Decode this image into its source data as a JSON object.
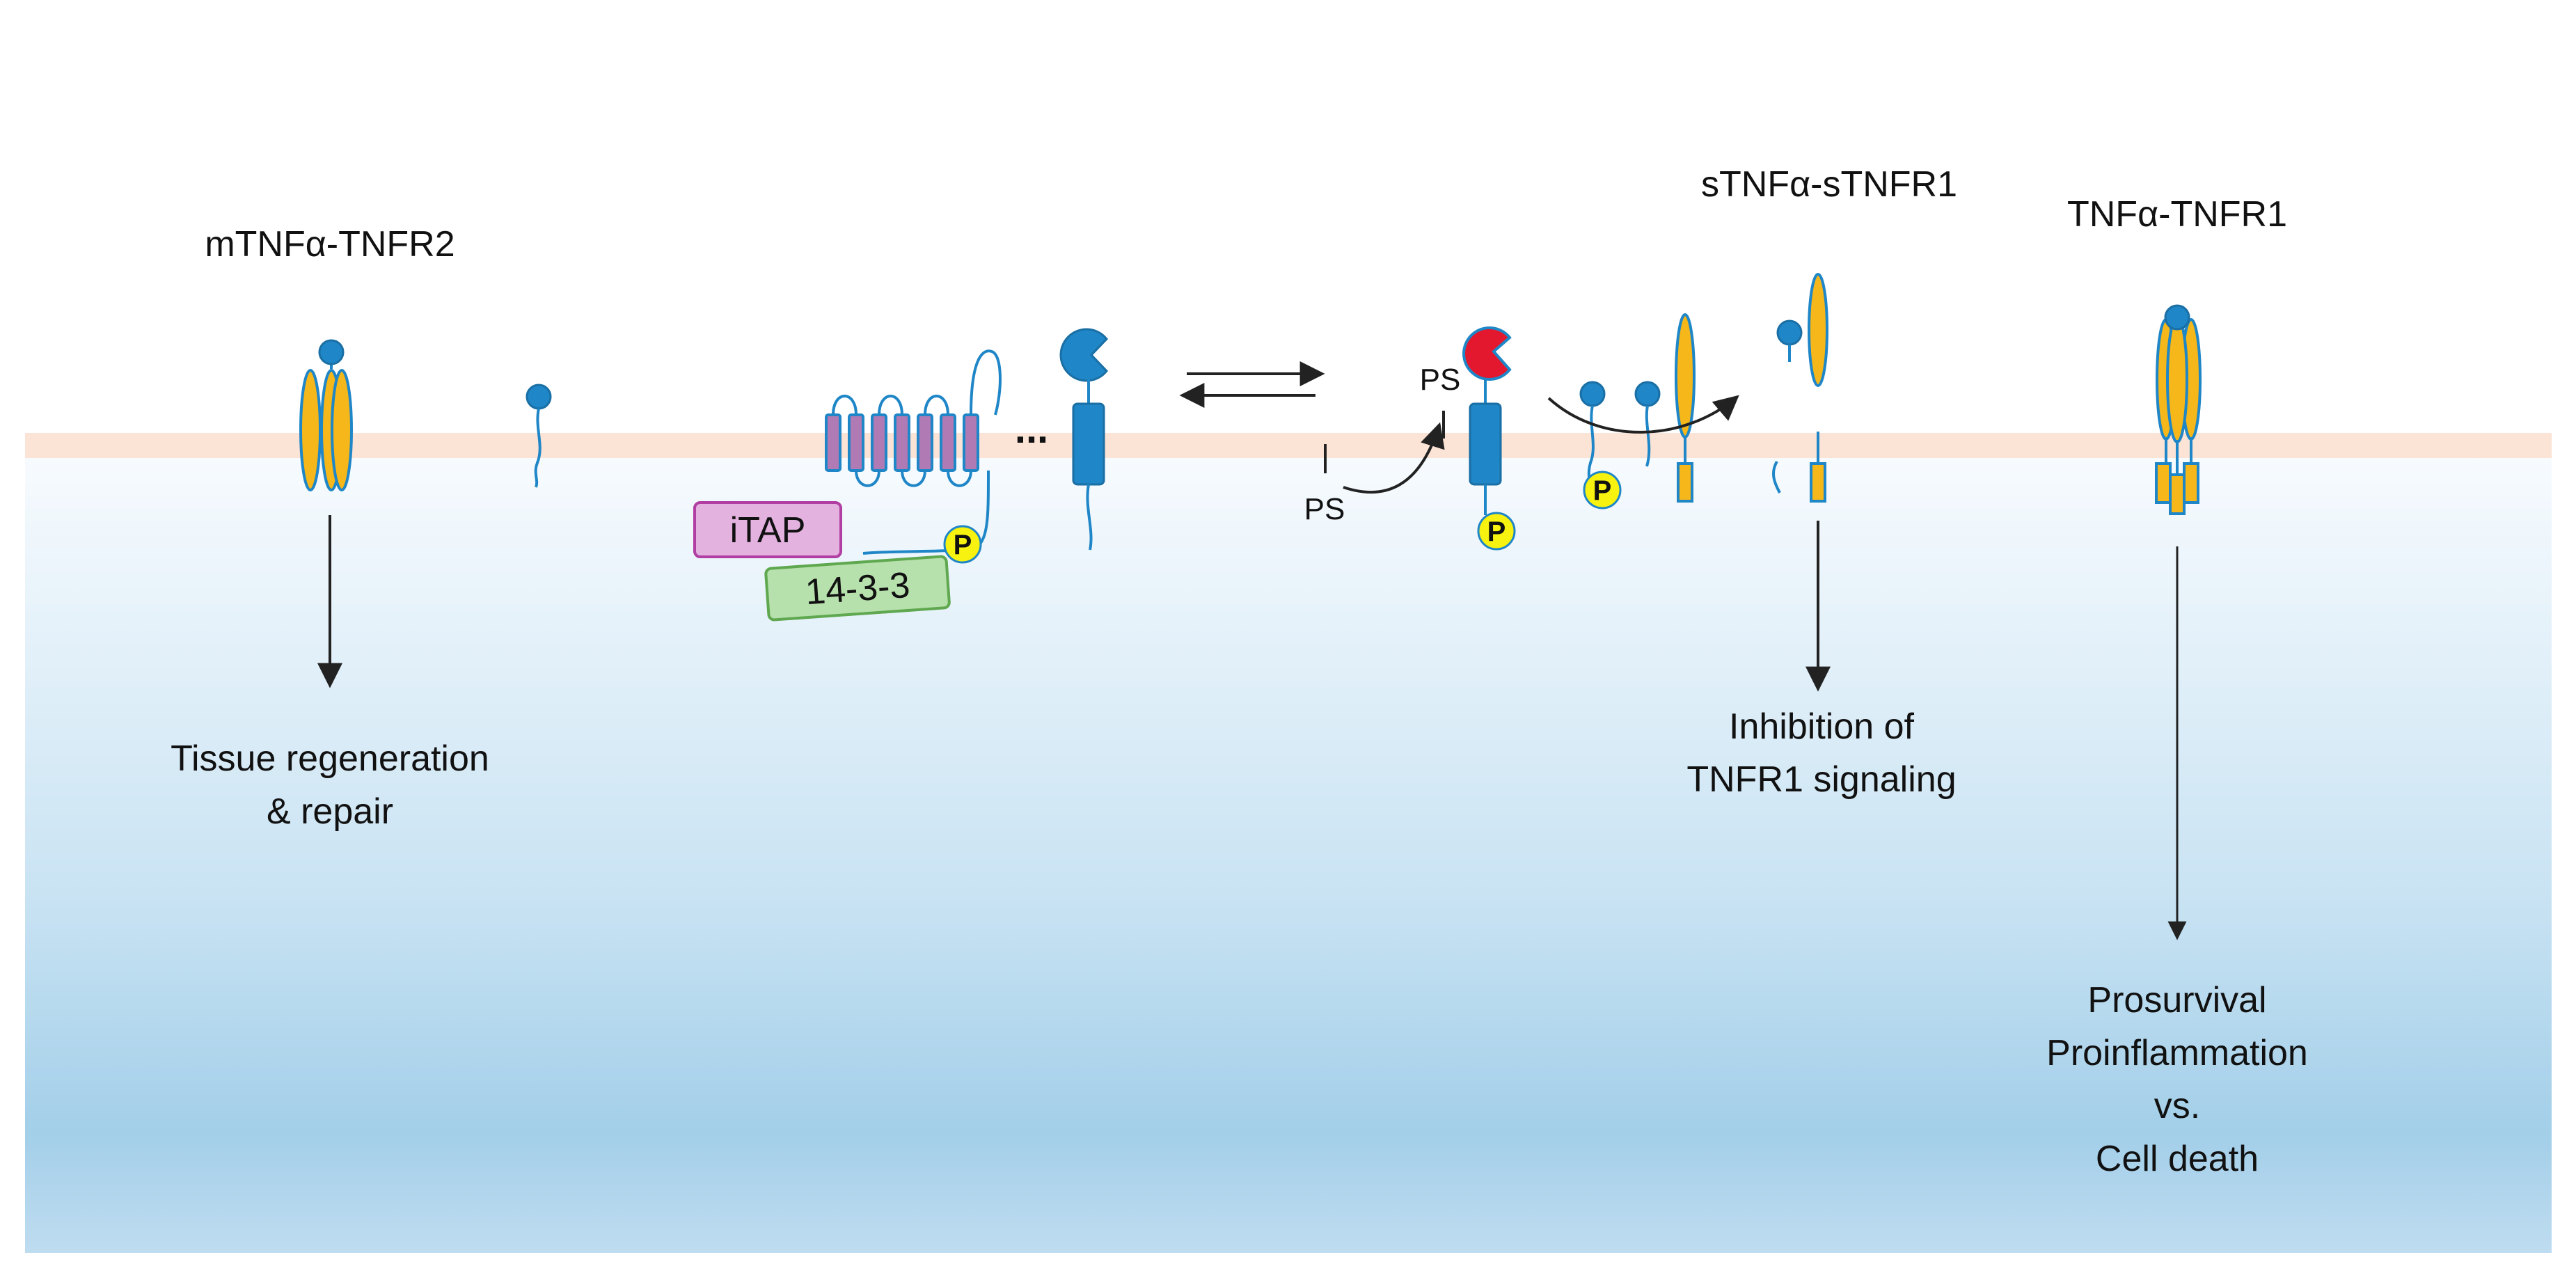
{
  "labels": {
    "mtnf_tnfr2": "mTNFα-TNFR2",
    "stnf_stnfr1": "sTNFα-sTNFR1",
    "tnf_tnfr1": "TNFα-TNFR1",
    "itap": "iTAP",
    "protein_1433": "14-3-3",
    "ps_top": "PS",
    "ps_bottom": "PS",
    "ellipsis": "...",
    "phospho": "P"
  },
  "outcomes": {
    "tnfr2_line1": "Tissue regeneration",
    "tnfr2_line2": "& repair",
    "stnfr1_line1": "Inhibition of",
    "stnfr1_line2": "TNFR1 signaling",
    "tnfr1_line1": "Prosurvival",
    "tnfr1_line2": "Proinflammation",
    "tnfr1_line3": "vs.",
    "tnfr1_line4": "Cell death"
  },
  "colors": {
    "membrane": "#fbe3d6",
    "cytoplasm_top": "#f4f9fd",
    "cytoplasm_bottom": "#9dcbe8",
    "blue": "#1f86c7",
    "yellow": "#f5b71a",
    "purple": "#b07ab4",
    "itap_fill": "#e3b2df",
    "itap_stroke": "#b13fa3",
    "box1433_fill": "#b6e0ac",
    "box1433_stroke": "#5fa84f",
    "red": "#e3172d",
    "phospho": "#f7f20f"
  }
}
